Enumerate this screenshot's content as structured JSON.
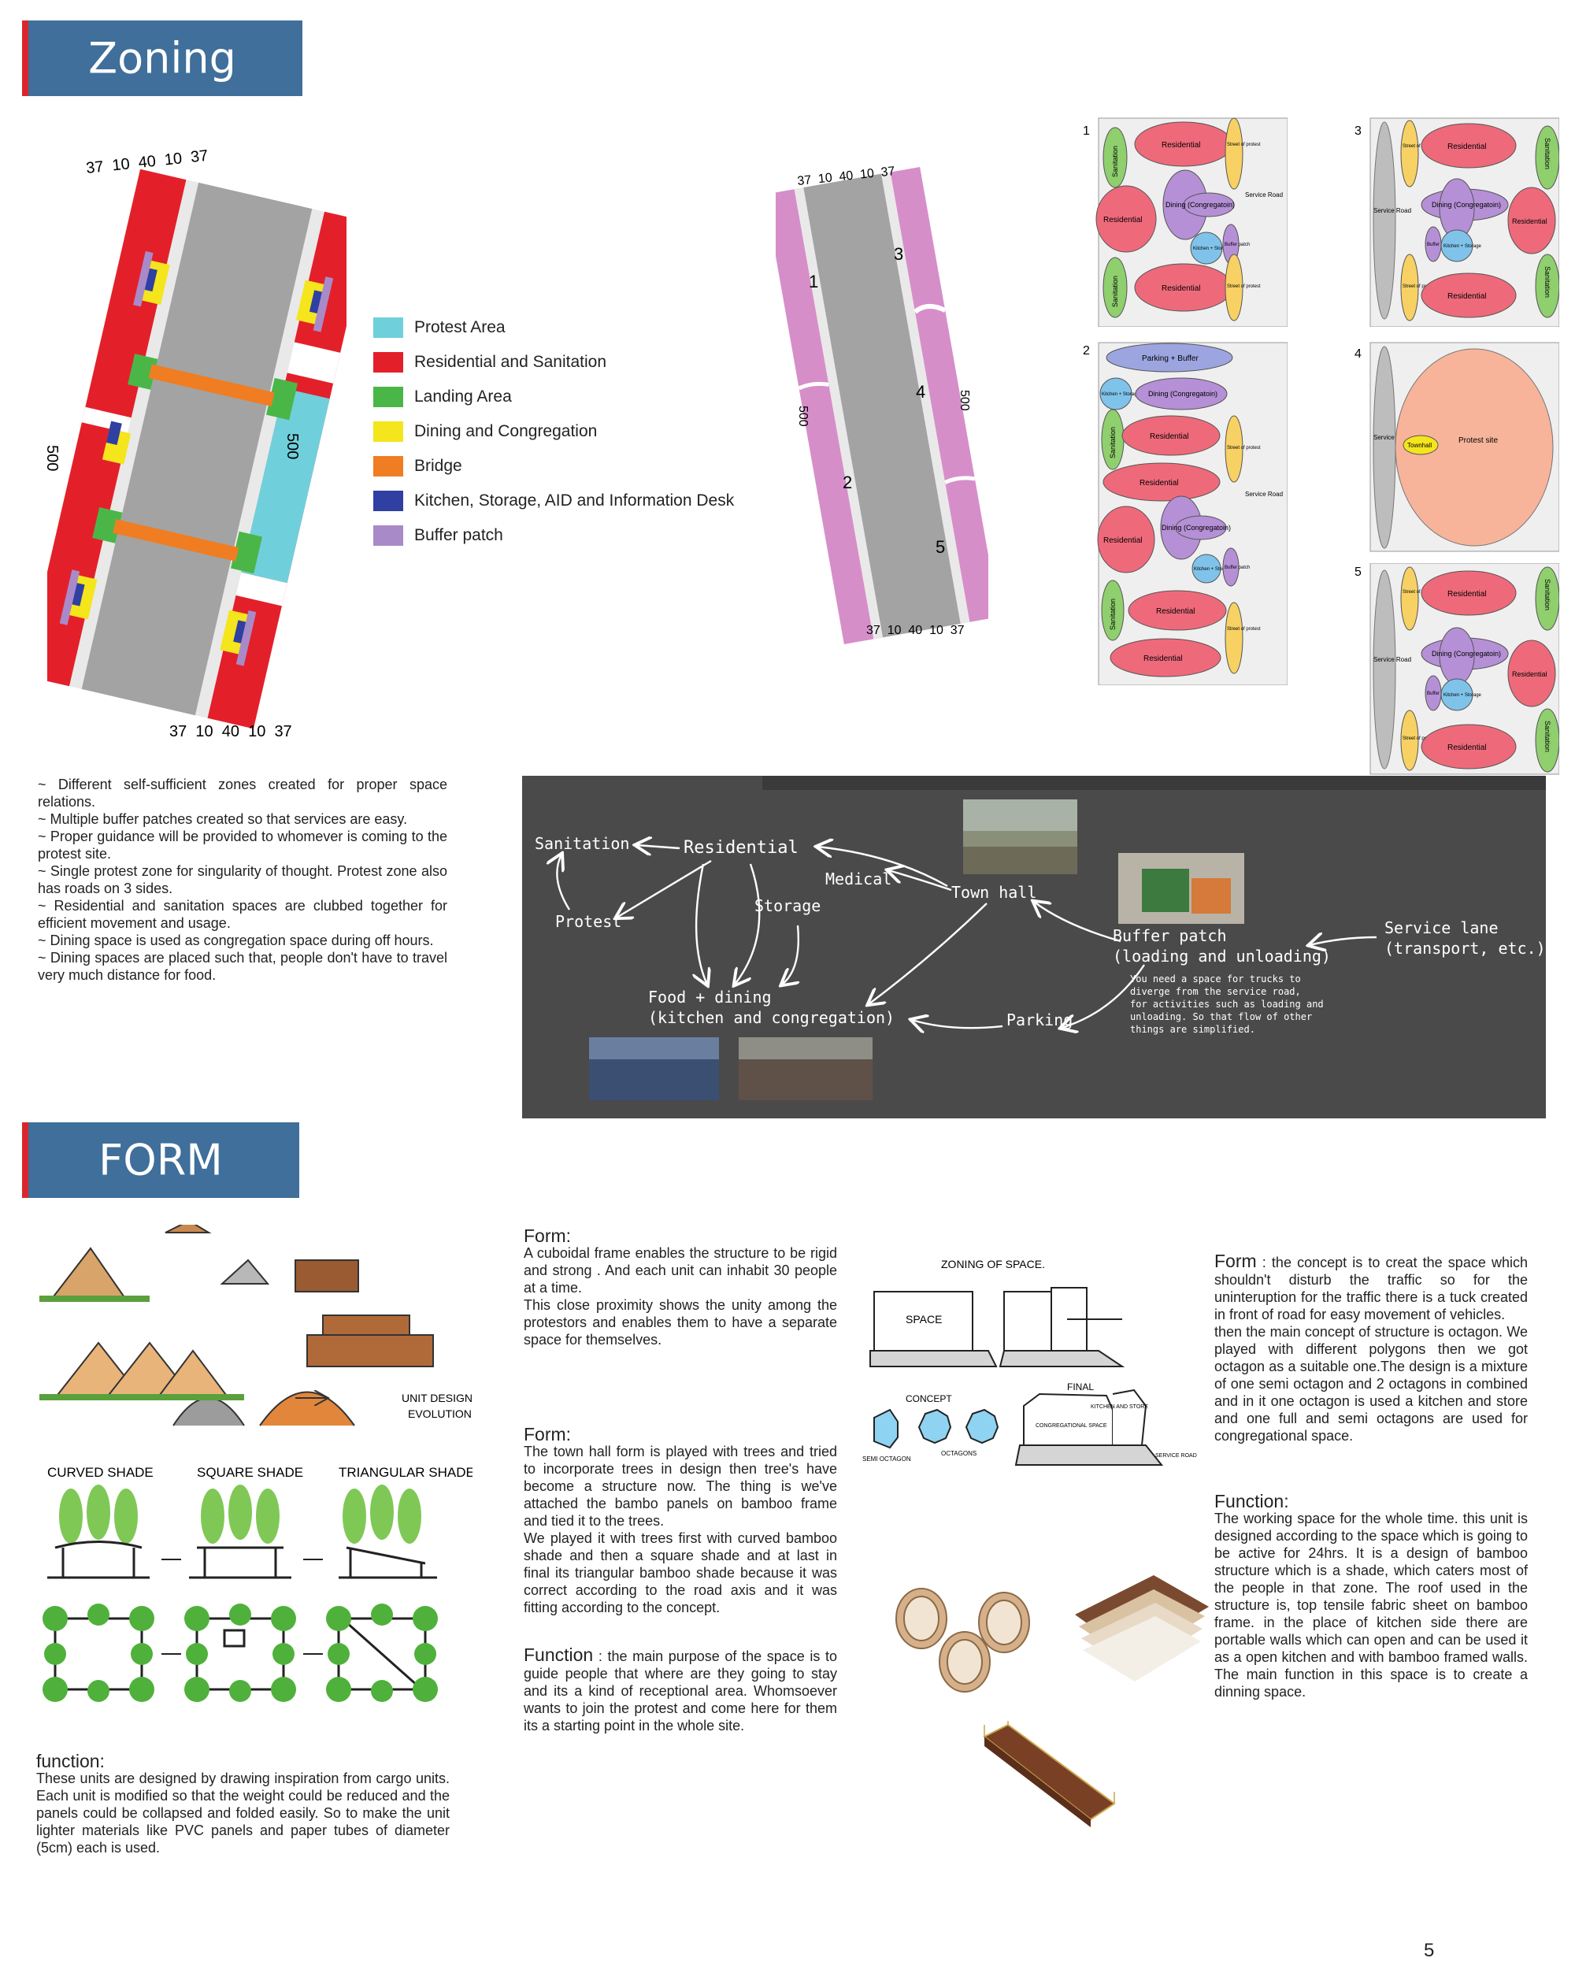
{
  "sections": {
    "zoning_title": "Zoning",
    "form_title": "FORM"
  },
  "legend": [
    {
      "label": "Protest Area",
      "color": "#6fd0dc"
    },
    {
      "label": "Residential and Sanitation",
      "color": "#e3202a"
    },
    {
      "label": "Landing Area",
      "color": "#4bb648"
    },
    {
      "label": "Dining and Congregation",
      "color": "#f4e51c"
    },
    {
      "label": "Bridge",
      "color": "#f07d21"
    },
    {
      "label": "Kitchen, Storage, AID and Information Desk",
      "color": "#2f3fa2"
    },
    {
      "label": "Buffer patch",
      "color": "#a98ac9"
    }
  ],
  "site_plan_left": {
    "top_dims": "37  10  40  10  37",
    "bottom_dims": "37  10  40  10  37",
    "left_dim": "500",
    "right_dim": "500"
  },
  "site_plan_mid": {
    "top_dims": "37  10  40  10  37",
    "bottom_dims": "37  10  40  10  37",
    "left_dim": "500",
    "right_dim": "500",
    "zones": [
      "1",
      "2",
      "3",
      "4",
      "5"
    ]
  },
  "zone_diagrams": {
    "d1": {
      "num": "1",
      "residential": "Residential",
      "sanitation": "Sanitation",
      "dining": "Dining (Congregatoin)",
      "kitchen": "Kitchen + Storage",
      "buffer": "Buffer patch",
      "street": "Street of protest",
      "service": "Service Road"
    },
    "d2": {
      "num": "2",
      "parking": "Parking + Buffer",
      "kitchen": "Kitchen + Storage",
      "dining": "Dining (Congregatoin)",
      "residential": "Residential",
      "sanitation": "Sanitation",
      "street": "Street of protest",
      "service": "Service Road",
      "buffer": "Buffer patch"
    },
    "d3": {
      "num": "3",
      "residential": "Residential",
      "sanitation": "Sanitation",
      "dining": "Dining (Congregatoin)",
      "kitchen": "Kitchen + Storage",
      "buffer": "Buffer patch",
      "street": "Street of protest",
      "service": "Service Road"
    },
    "d4": {
      "num": "4",
      "service": "Service Road",
      "townhall": "Townhall",
      "protest": "Protest site"
    },
    "d5": {
      "num": "5",
      "residential": "Residential",
      "sanitation": "Sanitation",
      "dining": "Dining (Congregatoin)",
      "kitchen": "Kitchen + Storage",
      "buffer": "Buffer patch",
      "street": "Street of protest",
      "service": "Service Road"
    }
  },
  "zoning_notes": [
    "~ Different self-sufficient zones created for proper space relations.",
    "~ Multiple buffer patches created so that services are easy.",
    "~ Proper guidance will be provided to whomever is coming to the protest site.",
    "~ Single protest zone for singularity of thought. Protest zone also has roads on 3 sides.",
    "~ Residential and sanitation spaces are clubbed together for efficient movement and usage.",
    "~ Dining space is used as congregation space during off hours.",
    "~ Dining spaces are placed such that, people don't have to travel very much distance for food."
  ],
  "flow": {
    "sanitation": "Sanitation",
    "residential": "Residential",
    "medical": "Medical",
    "townhall": "Town hall",
    "protest": "Protest",
    "storage": "Storage",
    "food": "Food + dining",
    "food_sub": "(kitchen and congregation)",
    "parking": "Parking",
    "buffer": "Buffer patch",
    "buffer_sub": "(loading and unloading)",
    "service": "Service lane",
    "service_sub": "(transport, etc.)",
    "note": [
      "You need a space for trucks to",
      "diverge from the service road,",
      "for activities such as loading and",
      "unloading. So that flow of other",
      "things are simplified."
    ]
  },
  "sketch_labels": {
    "unit_design": "UNIT DESIGN",
    "evolution": "EVOLUTION",
    "curved": "CURVED SHADE",
    "square": "SQUARE SHADE",
    "triangular": "TRIANGULAR SHADE",
    "zoning_space": "ZONING OF SPACE.",
    "space": "SPACE",
    "concept": "CONCEPT",
    "final": "FINAL",
    "semi_octagon": "SEMI OCTAGON",
    "octagons": "OCTAGONS",
    "kitchen_store": "KITCHEN AND STORE",
    "congregational": "CONGREGATIONAL SPACE",
    "service_road": "SERVICE ROAD"
  },
  "text_col1": {
    "heading": "function:",
    "body": "These units are designed by drawing inspiration from cargo units. Each unit is modified so that the weight could be reduced and the panels could be collapsed and folded easily. So to make the unit lighter materials like PVC panels and paper tubes of diameter (5cm) each is used."
  },
  "text_col2": {
    "form1_heading": "Form:",
    "form1_body": [
      "A cuboidal frame enables the structure to be rigid and strong . And each unit can inhabit 30 people at a time.",
      "This close proximity shows the unity among the protestors and enables them to have a separate  space for themselves."
    ],
    "form2_heading": "Form:",
    "form2_body": [
      "The town hall form is played with trees and tried to incorporate trees in design then tree's have become a structure now. The thing is we've attached the bambo panels on bamboo frame and tied it to the trees.",
      "We played it with trees first with curved bamboo shade and then a square shade and at last in final its triangular bamboo shade because it was correct according to the road axis and it was fitting according to the concept."
    ],
    "function_heading": "Function",
    "function_body": " : the main purpose of the space is to guide people that where are they going to stay and its a kind of receptional area. Whomsoever wants to join the protest and come here for them its a starting point in the whole site."
  },
  "text_col3": {
    "form_heading": "Form",
    "form_body": " : the concept is to creat the space which shouldn't disturb the traffic so for the uninteruption for the traffic there is a tuck created in front of road for easy movement of vehicles.",
    "form_body2": "then the main concept of structure is octagon. We played with different polygons then we got octagon as a suitable one.The design is a mixture of one semi octagon and 2 octagons in combined and in it one octagon is used a kitchen and store and one full and semi octagons are used for congregational space.",
    "function_heading": "Function:",
    "function_body": "The working space for the whole time. this unit is designed according to the space which is going to be active for 24hrs. It is a design of bamboo structure which is a shade, which caters most of the people in that zone. The roof used in the structure is, top tensile fabric sheet on bamboo frame. in the place of kitchen side there are portable walls which can open and can be used it as a open kitchen and with bamboo framed walls. The main function in this space is to create a dinning space."
  },
  "page_number": "5"
}
